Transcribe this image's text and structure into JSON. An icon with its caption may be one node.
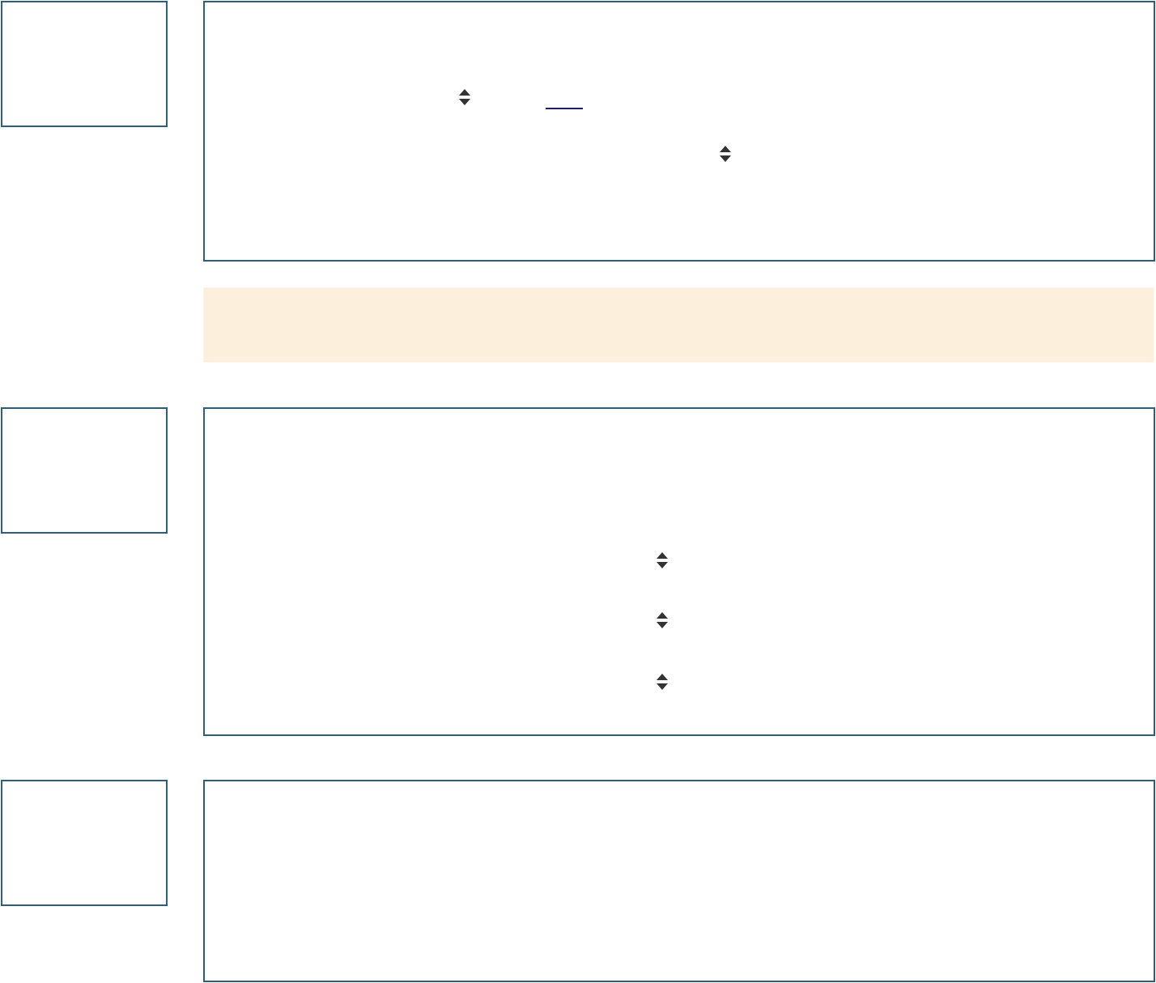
{
  "diagram": {
    "nodes": [
      {
        "text": [],
        "shape": "box"
      },
      {
        "text": [],
        "shape": "box"
      },
      {
        "text": [],
        "shape": "bar"
      },
      {
        "text": [],
        "shape": "box"
      },
      {
        "text": [],
        "shape": "box"
      },
      {
        "text": [],
        "shape": "box"
      },
      {
        "text": [],
        "shape": "box"
      }
    ]
  }
}
